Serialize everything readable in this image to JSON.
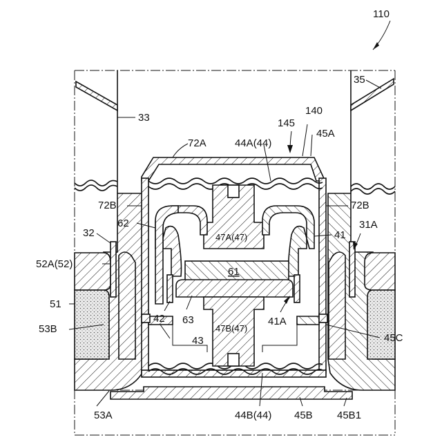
{
  "figure": {
    "labels": {
      "l110": "110",
      "l35": "35",
      "l33": "33",
      "l145": "145",
      "l140": "140",
      "l45A": "45A",
      "l72A": "72A",
      "l44A": "44A(44)",
      "l72B_left": "72B",
      "l72B_right": "72B",
      "l62": "62",
      "l47A": "47A(47)",
      "l41": "41",
      "l32": "32",
      "l31A": "31A",
      "l52A": "52A(52)",
      "l61": "61",
      "l51": "51",
      "l42": "42",
      "l63": "63",
      "l47B": "47B(47)",
      "l41A": "41A",
      "l53B": "53B",
      "l45C": "45C",
      "l43": "43",
      "l53A": "53A",
      "l44B": "44B(44)",
      "l45B": "45B",
      "l45B1": "45B1"
    },
    "colors": {
      "line": "#111111",
      "background": "#ffffff",
      "dotted_fill": "#d9d9d9"
    }
  }
}
